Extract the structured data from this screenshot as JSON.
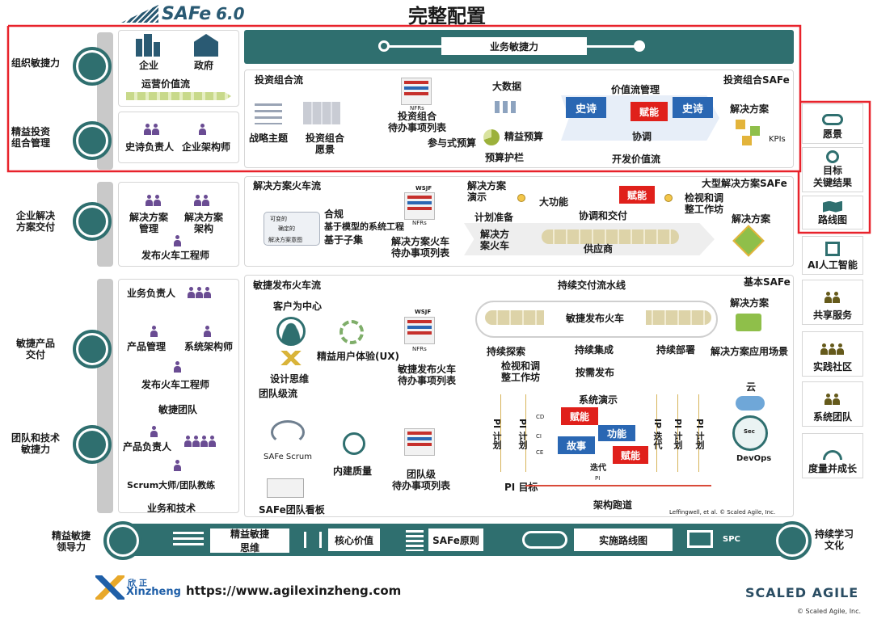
{
  "header": {
    "brand": "SAFe",
    "version": "6.0",
    "title": "完整配置"
  },
  "left_labels": {
    "org_agility": "组织敏捷力",
    "lean_portfolio": "精益投资\n组合管理",
    "enterprise_solution": "企业解决\n方案交付",
    "agile_product": "敏捷产品\n交付",
    "team_tech": "团队和技术\n敏捷力"
  },
  "roles": {
    "enterprise": "企业",
    "government": "政府",
    "ops_value_stream": "运营价值流",
    "epic_owner": "史诗负责人",
    "enterprise_architect": "企业架构师",
    "solution_mgmt": "解决方案\n管理",
    "solution_arch": "解决方案\n架构",
    "ste": "发布火车工程师",
    "business_owner": "业务负责人",
    "product_mgmt": "产品管理",
    "system_arch": "系统架构师",
    "rte": "发布火车工程师",
    "agile_teams": "敏捷团队",
    "product_owner": "产品负责人",
    "scrum_master": "Scrum大师/团队教练",
    "biz_tech": "业务和技术"
  },
  "business_agility": "业务敏捷力",
  "portfolio": {
    "flow": "投资组合流",
    "label": "投资组合SAFe",
    "strategic_themes": "战略主题",
    "portfolio_vision": "投资组合\n愿景",
    "portfolio_backlog": "投资组合\n待办事项列表",
    "big_data": "大数据",
    "participatory_budget": "参与式预算",
    "lean_budget": "精益预算",
    "guardrails": "预算护栏",
    "value_stream_mgmt": "价值流管理",
    "epic1": "史诗",
    "enabler": "赋能",
    "epic2": "史诗",
    "coordination": "协调",
    "dev_value_stream": "开发价值流",
    "solution": "解决方案",
    "kpis": "KPIs",
    "nfrs": "NFRs"
  },
  "large_solution": {
    "flow": "解决方案火车流",
    "label": "大型解决方案SAFe",
    "compliance": "合规",
    "mbse": "基于模型的系统工程",
    "set_based": "基于子集",
    "backlog": "解决方案火车\n待办事项列表",
    "solution_demo": "解决方案\n演示",
    "capabilities": "大功能",
    "enabler": "赋能",
    "inspect_adapt": "检视和调\n整工作坊",
    "pi_planning": "计划准备",
    "coord_delivery": "协调和交付",
    "solution_train": "解决方\n案火车",
    "supplier": "供应商",
    "solution": "解决方案",
    "wsjf": "WSJF",
    "nfrs": "NFRs",
    "tag1": "可变的",
    "tag2": "确定的",
    "tag3": "解决方案意图"
  },
  "essential": {
    "flow": "敏捷发布火车流",
    "label": "基本SAFe",
    "customer_centric": "客户为中心",
    "design_thinking": "设计思维",
    "lean_ux": "精益用户体验(UX)",
    "art_backlog": "敏捷发布火车\n待办事项列表",
    "cdp": "持续交付流水线",
    "art": "敏捷发布火车",
    "solution": "解决方案",
    "ce": "持续探索",
    "ci": "持续集成",
    "cd": "持续部署",
    "solution_context": "解决方案应用场景",
    "inspect_adapt": "检视和调\n整工作坊",
    "release_on_demand": "按需发布",
    "system_demo": "系统演示",
    "cloud": "云",
    "devops": "DevOps",
    "team_flow": "团队级流",
    "safe_scrum": "SAFe Scrum",
    "built_in_quality": "内建质量",
    "team_backlog": "团队级\n待办事项列表",
    "team_kanban": "SAFe团队看板",
    "pi_plan_1": "PI 计划",
    "pi_plan_2": "PI 计划",
    "ip_iteration": "IP 迭代",
    "pi_plan_3": "PI 计划",
    "pi_plan_4": "PI 计划",
    "enabler1": "赋能",
    "feature": "功能",
    "story": "故事",
    "enabler2": "赋能",
    "iteration": "迭代",
    "pi": "PI",
    "pi_objectives": "PI 目标",
    "arch_runway": "架构跑道",
    "copyright": "Leffingwell, et al. © Scaled Agile, Inc.",
    "wsjf": "WSJF",
    "nfrs": "NFRs",
    "cd_tag": "CD",
    "ci_tag": "CI",
    "ce_tag": "CE",
    "sec_tag": "Sec"
  },
  "right_sidebar": {
    "vision": "愿景",
    "okr": "目标\n关键结果",
    "roadmap": "路线图",
    "ai": "AI人工智能",
    "shared_services": "共享服务",
    "cop": "实践社区",
    "system_team": "系统团队",
    "measure_grow": "度量并成长"
  },
  "footer": {
    "lean_agile_leadership": "精益敏捷\n领导力",
    "lean_agile_mindset": "精益敏捷\n思维",
    "core_values": "核心价值",
    "safe_principles": "SAFe原则",
    "implementation_roadmap": "实施路线图",
    "spc": "SPC",
    "continuous_learning": "持续学习\n文化"
  },
  "bottom": {
    "logo_cn": "欣正",
    "logo_en": "Xinzheng",
    "url": "https://www.agilexinzheng.com",
    "scaled_agile": "SCALED AGILE",
    "copyright": "© Scaled Agile, Inc."
  },
  "colors": {
    "teal": "#2f6f6f",
    "blue": "#2a67b3",
    "red": "#e0201b",
    "highlight": "#e8222b"
  }
}
